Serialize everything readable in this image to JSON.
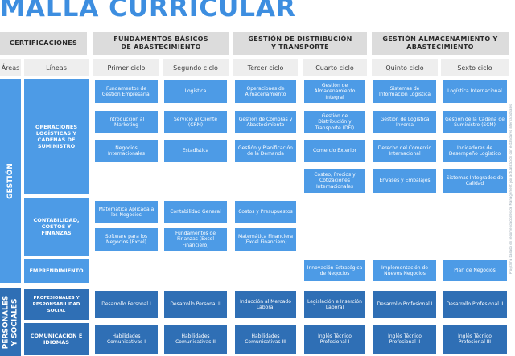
{
  "title": "MALLA CURRICULAR",
  "header": {
    "certificaciones": "CERTIFICACIONES",
    "fundamentos": "FUNDAMENTOS BÁSICOS DE ABASTECIMIENTO",
    "distribucion": "GESTIÓN DE DISTRIBUCIÓN Y TRANSPORTE",
    "almacenamiento": "GESTIÓN ALMACENAMIENTO Y ABASTECIMIENTO"
  },
  "subheader": {
    "areas": "Áreas",
    "lineas": "Líneas",
    "ciclos": [
      "Primer ciclo",
      "Segundo ciclo",
      "Tercer ciclo",
      "Cuarto ciclo",
      "Quinto ciclo",
      "Sexto ciclo"
    ]
  },
  "areas": {
    "gestion": "GESTIÓN",
    "personales": "PERSONALES Y SOCIALES"
  },
  "lineas": {
    "operaciones": "OPERACIONES LOGÍSTICAS Y CADENAS DE SUMINISTRO",
    "contabilidad": "CONTABILIDAD, COSTOS Y FINANZAS",
    "emprendimiento": "EMPRENDIMIENTO",
    "profesionales": "PROFESIONALES Y RESPONSABILIDAD SOCIAL",
    "comunicacion": "COMUNICACIÓN E IDIOMAS"
  },
  "courses": {
    "c1": [
      "Fundamentos de Gestión Empresarial",
      "Introducción al Marketing",
      "Negocios Internacionales",
      "Matemática Aplicada a los Negocios",
      "Software para los Negocios (Excel)",
      "Desarrollo Personal I",
      "Habilidades Comunicativas I"
    ],
    "c2": [
      "Logística",
      "Servicio al Cliente (CRM)",
      "Estadística",
      "Contabilidad General",
      "Fundamentos de Finanzas (Excel Financiero)",
      "Desarrollo Personal II",
      "Habilidades Comunicativas II"
    ],
    "c3": [
      "Operaciones de Almacenamiento",
      "Gestión de Compras y Abastecimiento",
      "Gestión y Planificación de la Demanda",
      "Costos y Presupuestos",
      "Matemática Financiera (Excel Financiero)",
      "Inducción al Mercado Laboral",
      "Habilidades Comunicativas III"
    ],
    "c4": [
      "Gestión de Almacenamiento Integral",
      "Gestión de Distribución y Transporte (DFI)",
      "Comercio Exterior",
      "Costeo, Precios y Cotizaciones Internacionales",
      "Innovación Estratégica de Negocios",
      "Legislación e Inserción Laboral",
      "Inglés Técnico Profesional I"
    ],
    "c5": [
      "Sistemas de Información Logística",
      "Gestión de Logística Inversa",
      "Derecho del Comercio Internacional",
      "Envases y Embalajes",
      "Implementación de Nuevos Negocios",
      "Desarrollo Profesional I",
      "Inglés Técnico Profesional II"
    ],
    "c6": [
      "Logística Internacional",
      "Gestión de la Cadena de Suministro (SCM)",
      "Indicadores de Desempeño Logístico",
      "Sistemas Integrados de Calidad",
      "Plan de Negocios",
      "Desarrollo Profesional II",
      "Inglés Técnico Profesional III"
    ]
  },
  "side_note": "Programa basado en recomendaciones de Management por actualización con estándares internacionales",
  "colors": {
    "title": "#3d8ee0",
    "light_cell": "#4d9be6",
    "dark_cell": "#2f6fb5",
    "header_bg": "#dcdcdc"
  }
}
